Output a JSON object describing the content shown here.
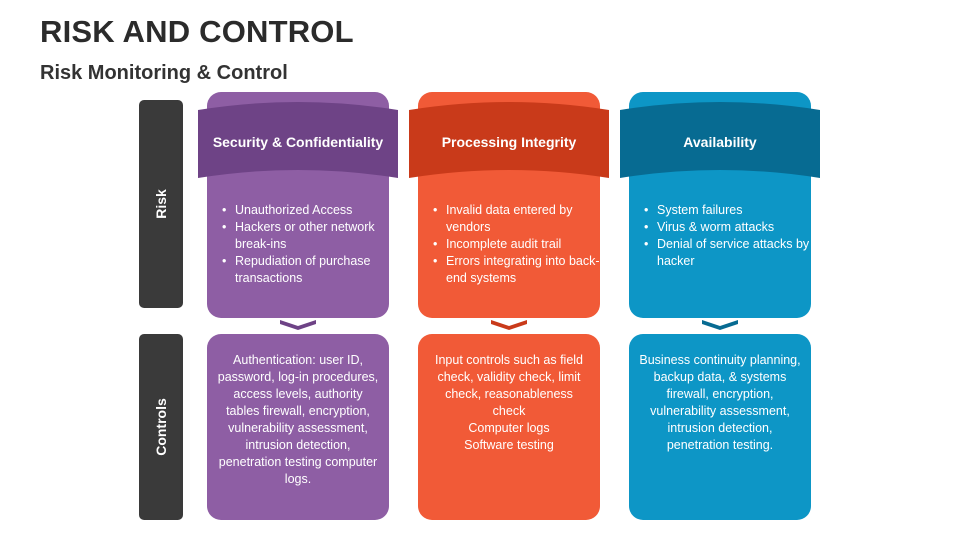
{
  "title": "RISK AND CONTROL",
  "subtitle": "Risk Monitoring & Control",
  "row_labels": {
    "risk": "Risk",
    "controls": "Controls"
  },
  "colors": {
    "row_label_bg": "#3a3a3a",
    "purple": "#8e5ea4",
    "purple_dark": "#6e4386",
    "orange": "#f15a37",
    "orange_dark": "#c93a1a",
    "blue": "#0d96c6",
    "blue_dark": "#076b92"
  },
  "columns": [
    {
      "heading": "Security & Confidentiality",
      "risks": [
        "Unauthorized Access",
        "Hackers or other network break-ins",
        "Repudiation of purchase transactions"
      ],
      "controls": "Authentication: user ID, password, log-in procedures, access levels, authority tables firewall, encryption, vulnerability assessment, intrusion detection, penetration testing computer logs."
    },
    {
      "heading": "Processing Integrity",
      "risks": [
        "Invalid data entered by vendors",
        "Incomplete audit trail",
        "Errors integrating into back-end systems"
      ],
      "controls": "Input controls such as field check, validity check, limit check, reasonableness check\nComputer logs\nSoftware testing"
    },
    {
      "heading": "Availability",
      "risks": [
        "System failures",
        "Virus & worm attacks",
        "Denial of service attacks by hacker"
      ],
      "controls": "Business continuity planning, backup data, & systems firewall, encryption, vulnerability assessment, intrusion detection, penetration testing."
    }
  ]
}
